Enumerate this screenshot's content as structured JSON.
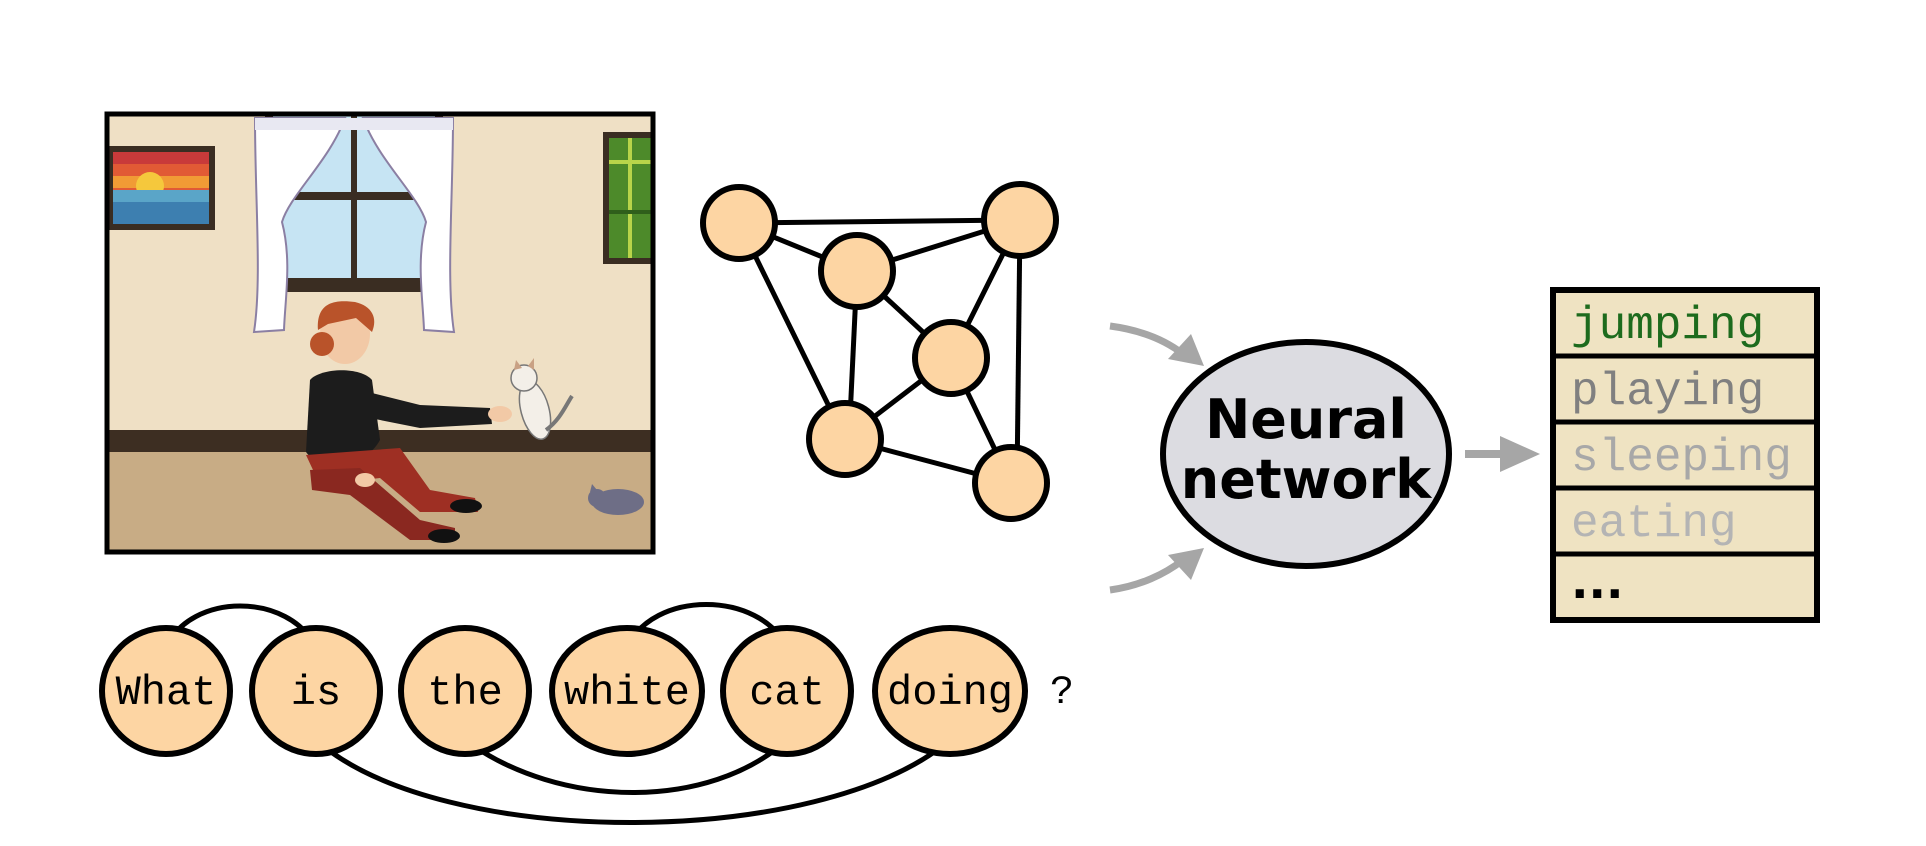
{
  "question": {
    "words": [
      "What",
      "is",
      "the",
      "white",
      "cat",
      "doing"
    ],
    "end_mark": "?"
  },
  "model": {
    "line1": "Neural",
    "line2": "network"
  },
  "answers": {
    "items": [
      "jumping",
      "playing",
      "sleeping",
      "eating",
      "..."
    ],
    "colors": [
      "#1d6b1d",
      "#808080",
      "#a8a8a8",
      "#b4b4b4",
      "#000000"
    ]
  },
  "colors": {
    "node_fill": "#fdd5a3",
    "ellipse_fill": "#dcdce1",
    "answer_bg": "#efe3c2",
    "arrow": "#a6a6a6"
  }
}
